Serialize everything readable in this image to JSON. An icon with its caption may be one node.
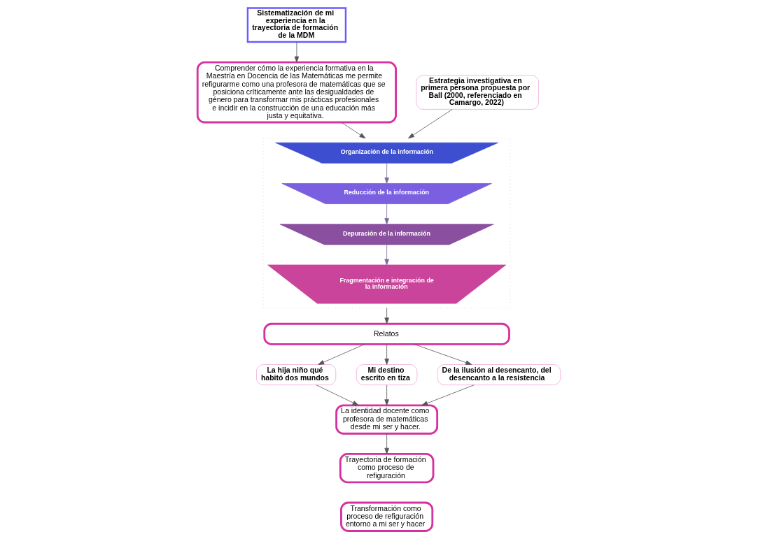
{
  "diagram": {
    "nodes": [
      {
        "text": [
          "Sistematización de mi experiencia en la trayectoria de formación de la MDM"
        ]
      },
      {
        "text": [
          "Comprender cómo la experiencia formativa en la Maestría en Docencia de las Matemáticas me permite refigurarme como una profesora de matemáticas que se posiciona críticamente ante las desigualdades de género para transformar mis prácticas profesionales e incidir en la construcción de una educación más justa y equitativa."
        ]
      },
      {
        "text": [
          "Estrategia investigativa en primera persona propuesta por Ball (2000, referenciado en Camargo, 2022)"
        ]
      },
      {
        "text": [],
        "shape": "funnel"
      },
      {
        "text": [
          "Organización de la información"
        ],
        "in": 3
      },
      {
        "text": [
          "Reducción de la información"
        ],
        "in": 3
      },
      {
        "text": [
          "Depuración de la información"
        ],
        "in": 3
      },
      {
        "text": [
          "Fragmentación e integración de la información"
        ],
        "in": 3
      },
      {
        "text": [
          "Relatos"
        ]
      },
      {
        "text": [
          "La hija niño qué habitó dos mundos"
        ]
      },
      {
        "text": [
          "Mi destino escrito en tiza"
        ]
      },
      {
        "text": [
          "De la ilusión al desencanto, del desencanto a la resistencia"
        ]
      },
      {
        "text": [
          "La identidad docente como profesora de matemáticas desde mi ser y hacer."
        ]
      },
      {
        "text": [
          "Trayectoria de formación como proceso de refiguración"
        ]
      },
      {
        "text": [
          "Transformación como proceso de refiguración entorno a mi ser y hacer"
        ]
      }
    ],
    "edges": [
      {
        "from": 0,
        "to": 1,
        "arrow": "to"
      },
      {
        "from": 2,
        "to": 3,
        "arrow": "to"
      },
      {
        "from": 1,
        "to": 3,
        "arrow": "to"
      },
      {
        "from": 4,
        "to": 5,
        "arrow": "to",
        "color": "#7a6a9a"
      },
      {
        "from": 5,
        "to": 6,
        "arrow": "to",
        "color": "#7a6a9a"
      },
      {
        "from": 6,
        "to": 7,
        "arrow": "to",
        "color": "#7a6a9a"
      },
      {
        "from": 3,
        "to": 8,
        "arrow": "to"
      },
      {
        "from": 8,
        "to": 9,
        "arrow": "to"
      },
      {
        "from": 8,
        "to": 10,
        "arrow": "to"
      },
      {
        "from": 8,
        "to": 11,
        "arrow": "to"
      },
      {
        "from": 9,
        "to": 12,
        "arrow": "to"
      },
      {
        "from": 10,
        "to": 12,
        "arrow": "to"
      },
      {
        "from": 11,
        "to": 12,
        "arrow": "to"
      },
      {
        "from": 12,
        "to": 13,
        "arrow": "to"
      }
    ]
  }
}
